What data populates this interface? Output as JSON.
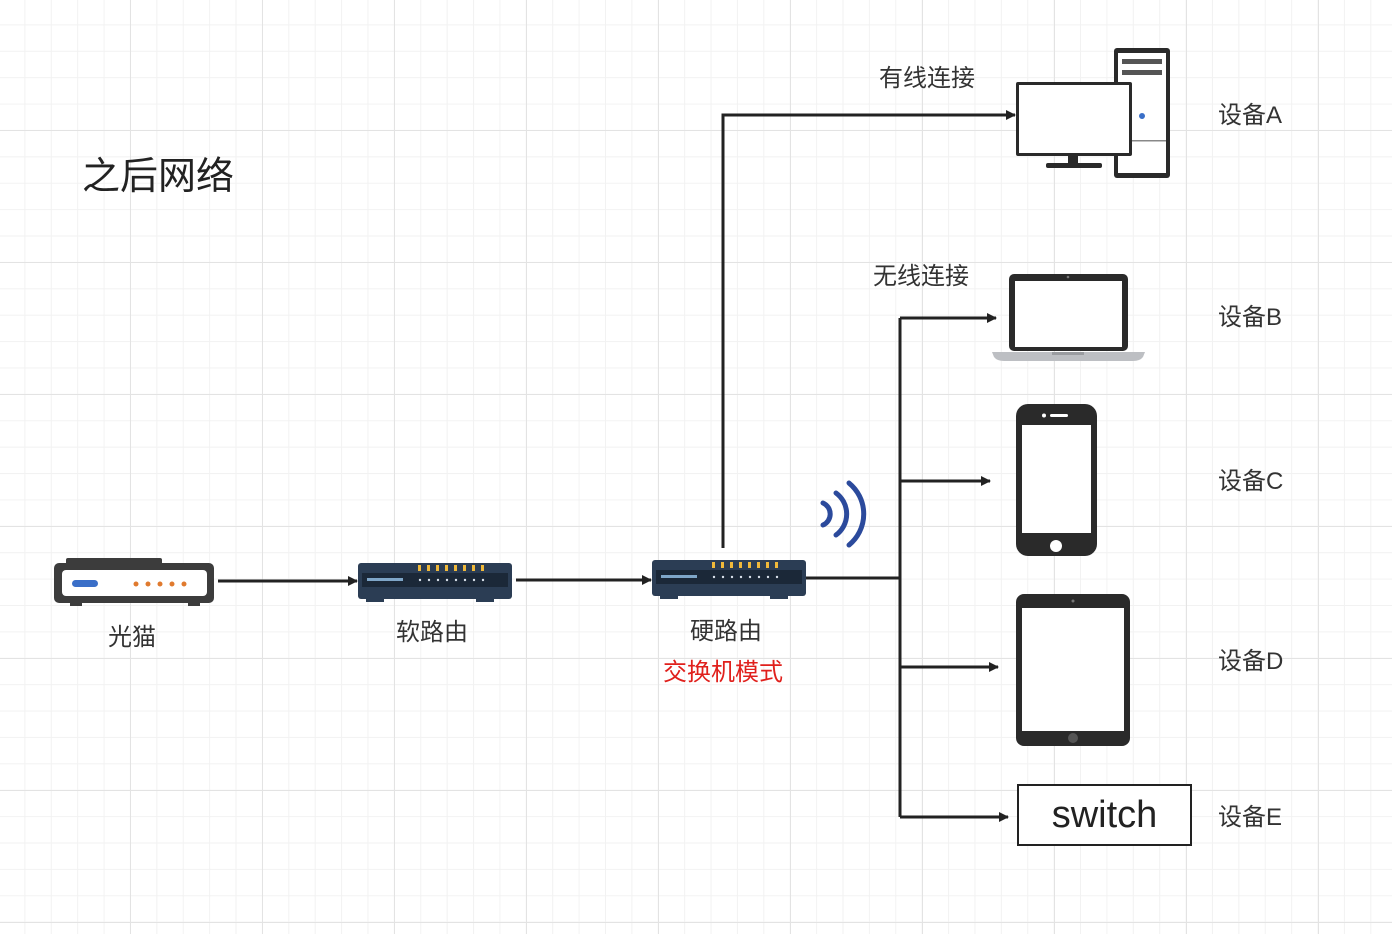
{
  "title": "之后网络",
  "nodes": {
    "modem": "光猫",
    "soft_router": "软路由",
    "hard_router": "硬路由",
    "hard_router_mode": "交换机模式"
  },
  "connections": {
    "wired": "有线连接",
    "wireless": "无线连接"
  },
  "devices": {
    "a": "设备A",
    "b": "设备B",
    "c": "设备C",
    "d": "设备D",
    "e": "设备E"
  },
  "switch_label": "switch",
  "colors": {
    "line": "#222222",
    "router_body": "#2b3d54",
    "router_light": "#f0b93a",
    "wifi": "#2b4a9c",
    "modem_body": "#3c3c3c",
    "modem_light": "#e07a2e",
    "modem_led": "#3a6fc8",
    "accent_red": "#e0201c"
  }
}
